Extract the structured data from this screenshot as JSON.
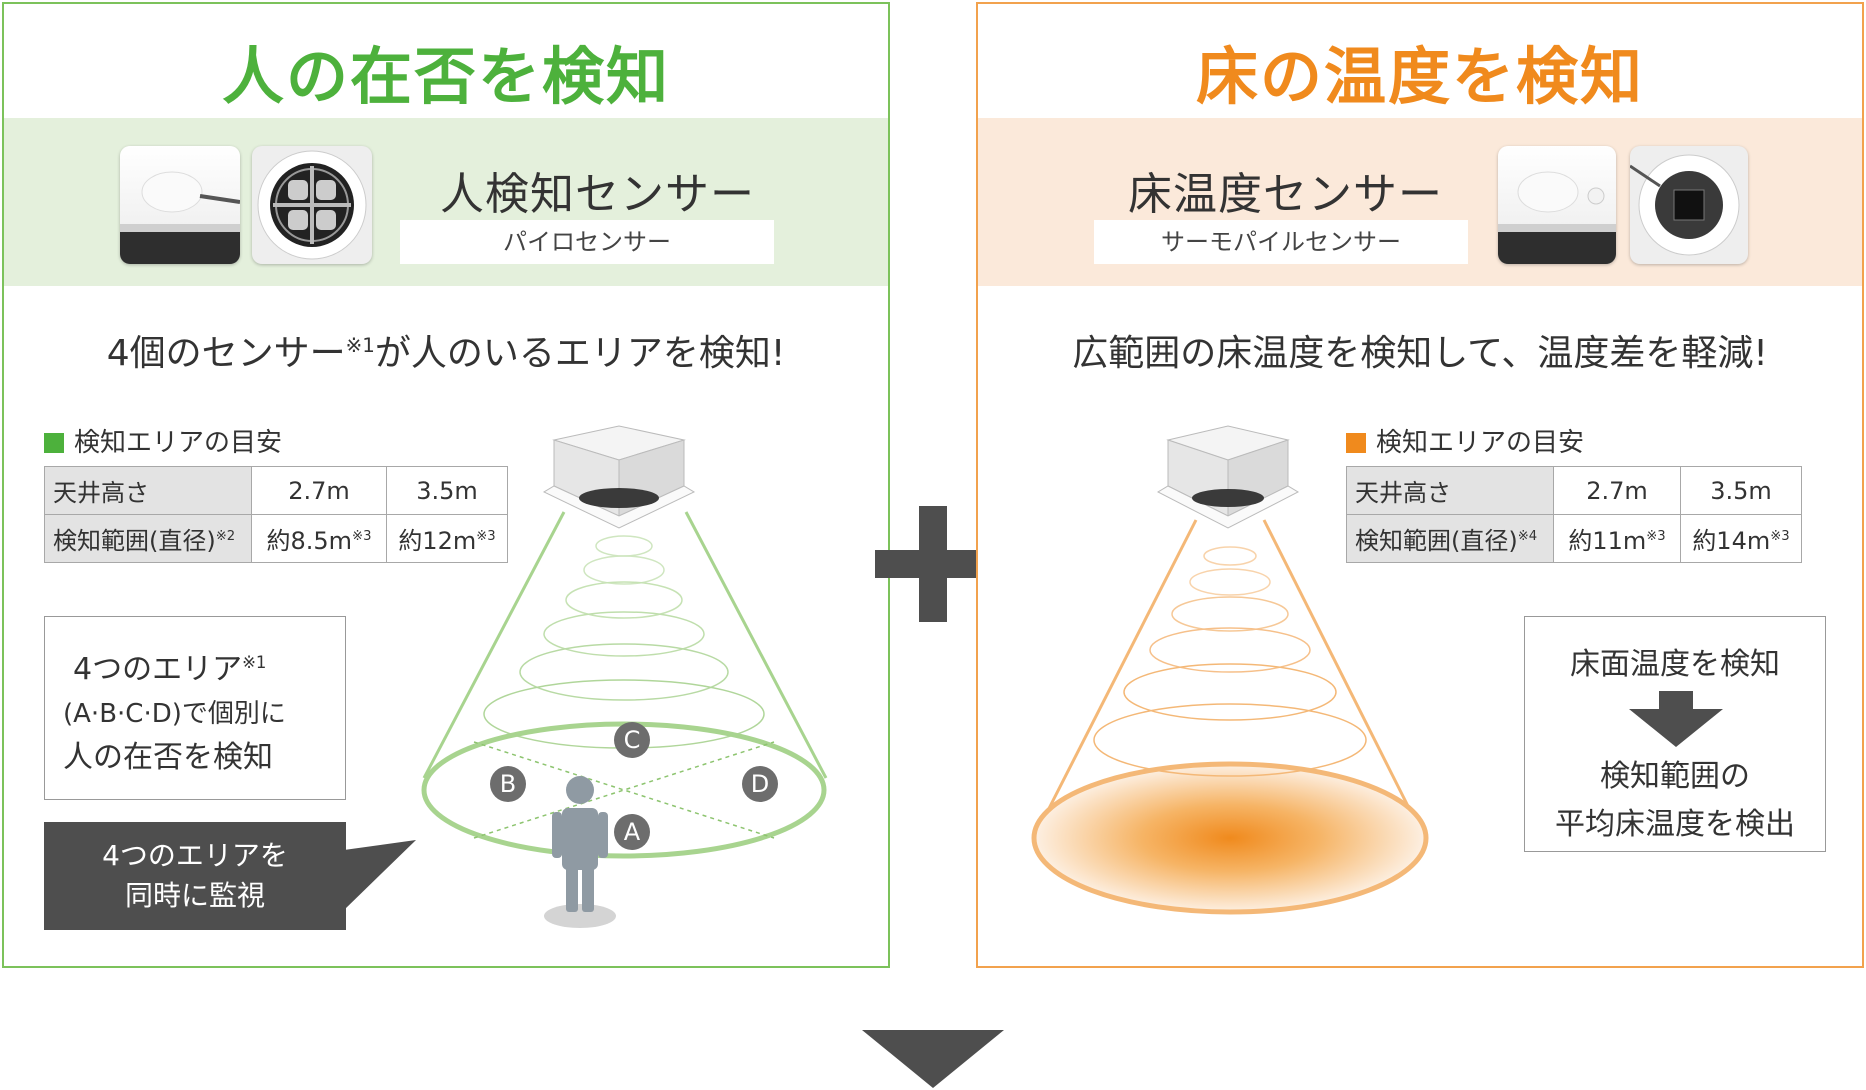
{
  "colors": {
    "green": "#4db13c",
    "green_light": "#e4f0dc",
    "green_line": "#a8d48f",
    "orange": "#f08a1d",
    "orange_light": "#fbe9da",
    "orange_line": "#f4b877",
    "dark": "#4e4e4e"
  },
  "left": {
    "title": "人の在否を検知",
    "sensor_name": "人検知センサー",
    "sensor_sub": "パイロセンサー",
    "headline_pre": "4個のセンサー",
    "headline_note": "※1",
    "headline_post": "が人のいるエリアを検知!",
    "legend": "検知エリアの目安",
    "table": {
      "h1": "天井高さ",
      "c1": "2.7m",
      "c2": "3.5m",
      "h2": "検知範囲(直径)",
      "h2_note": "※2",
      "v1": "約8.5m",
      "v1_note": "※3",
      "v2": "約12m",
      "v2_note": "※3"
    },
    "area_box": {
      "line1": "4つのエリア",
      "line1_note": "※1",
      "line2": "(A·B·C·D)で個別に",
      "line3": "人の在否を検知"
    },
    "dark_box": {
      "line1": "4つのエリアを",
      "line2": "同時に監視"
    },
    "badges": [
      "A",
      "B",
      "C",
      "D"
    ]
  },
  "right": {
    "title": "床の温度を検知",
    "sensor_name": "床温度センサー",
    "sensor_sub": "サーモパイルセンサー",
    "headline": "広範囲の床温度を検知して、温度差を軽減!",
    "legend": "検知エリアの目安",
    "table": {
      "h1": "天井高さ",
      "c1": "2.7m",
      "c2": "3.5m",
      "h2": "検知範囲(直径)",
      "h2_note": "※4",
      "v1": "約11m",
      "v1_note": "※3",
      "v2": "約14m",
      "v2_note": "※3"
    },
    "flow_box": {
      "line1": "床面温度を検知",
      "line2": "検知範囲の",
      "line3": "平均床温度を検出"
    }
  },
  "plus_icon": "plus-icon",
  "down_arrow_icon": "down-arrow-icon"
}
